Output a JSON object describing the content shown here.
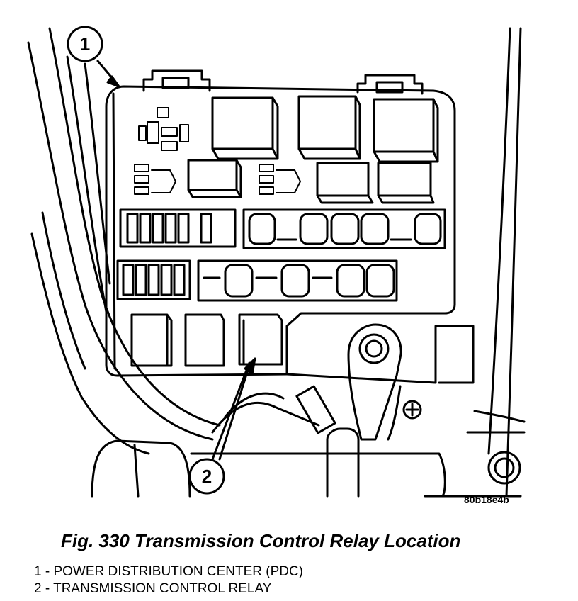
{
  "figure": {
    "image_code": "80b18e4b",
    "caption": "Fig. 330 Transmission Control Relay Location",
    "callouts": [
      {
        "number": "1"
      },
      {
        "number": "2"
      }
    ],
    "legend": [
      {
        "text": "1 - POWER DISTRIBUTION CENTER (PDC)"
      },
      {
        "text": "2 - TRANSMISSION CONTROL RELAY"
      }
    ]
  }
}
